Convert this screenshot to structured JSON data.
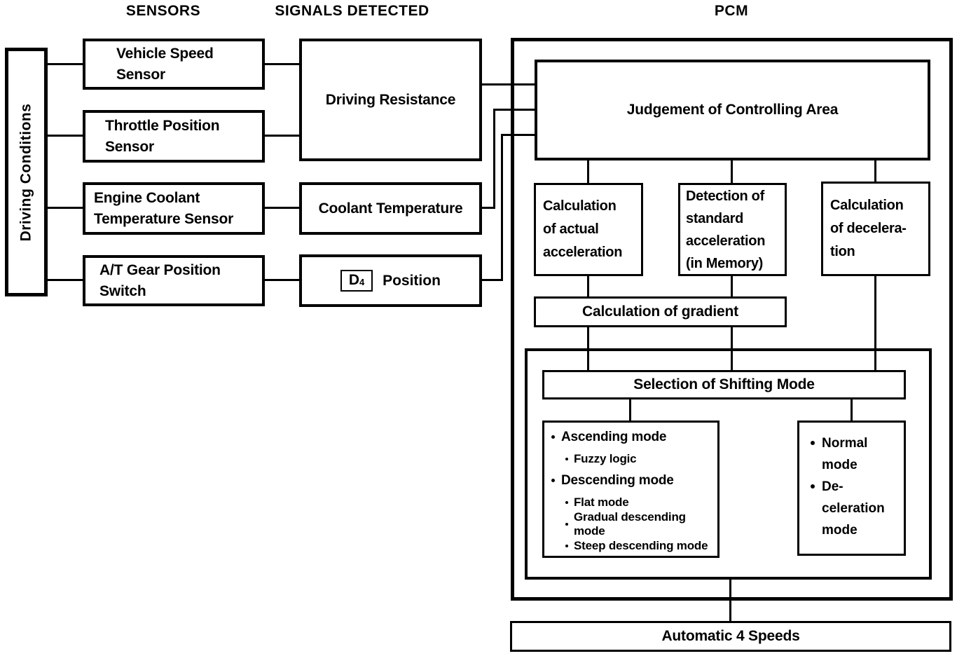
{
  "headers": {
    "sensors": "SENSORS",
    "signals_detected": "SIGNALS DETECTED",
    "pcm": "PCM"
  },
  "left_rail": {
    "label": "Driving Conditions"
  },
  "sensors": {
    "vehicle_speed": {
      "label": "Vehicle Speed\nSensor"
    },
    "throttle_position": {
      "label": "Throttle Position\nSensor"
    },
    "engine_coolant": {
      "label": "Engine Coolant\nTemperature Sensor"
    },
    "at_gear": {
      "label": "A/T Gear Position\nSwitch"
    }
  },
  "signals": {
    "driving_resistance": {
      "label": "Driving Resistance"
    },
    "coolant_temperature": {
      "label": "Coolant Temperature"
    },
    "d4_position": {
      "gear": "D",
      "gear_sub": "4",
      "label": "Position"
    }
  },
  "pcm": {
    "judgement": {
      "label": "Judgement of Controlling Area"
    },
    "calc_actual": {
      "label": "Calculation\nof actual\nacceleration"
    },
    "detection_standard": {
      "label": "Detection of\nstandard\nacceleration\n(in Memory)"
    },
    "calc_deceleration": {
      "label": "Calculation\nof decelera-\ntion"
    },
    "calc_gradient": {
      "label": "Calculation of gradient"
    },
    "selection": {
      "label": "Selection of Shifting Mode"
    },
    "shift_modes": {
      "items": [
        {
          "level": 1,
          "label": "Ascending mode"
        },
        {
          "level": 2,
          "label": "Fuzzy logic"
        },
        {
          "level": 1,
          "label": "Descending mode"
        },
        {
          "level": 2,
          "label": "Flat mode"
        },
        {
          "level": 2,
          "label": "Gradual descending mode"
        },
        {
          "level": 2,
          "label": "Steep descending mode"
        }
      ]
    },
    "output_modes": {
      "items": [
        {
          "label": "Normal\nmode"
        },
        {
          "label": "De-\nceleration\nmode"
        }
      ]
    }
  },
  "output": {
    "automatic": {
      "label": "Automatic 4 Speeds"
    }
  },
  "colors": {
    "ink": "#000000",
    "paper": "#ffffff"
  }
}
